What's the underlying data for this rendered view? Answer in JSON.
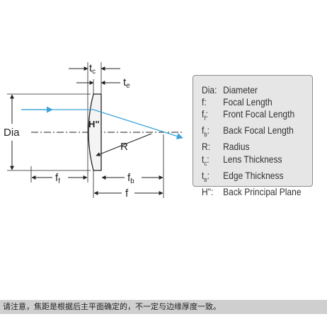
{
  "diagram": {
    "labels": {
      "tc": "t",
      "tc_sub": "c",
      "te": "t",
      "te_sub": "e",
      "principal": "H\"",
      "dia": "Dia",
      "radius": "R",
      "ff": "f",
      "ff_sub": "f",
      "fb": "f",
      "fb_sub": "b",
      "f": "f"
    },
    "colors": {
      "ray": "#3aa3d8",
      "line": "#222222"
    }
  },
  "legend": {
    "items": [
      {
        "symbol": "Dia:",
        "sub": "",
        "colon": "",
        "text": "Diameter"
      },
      {
        "symbol": "f:",
        "sub": "",
        "colon": "",
        "text": "Focal Length"
      },
      {
        "symbol": "f",
        "sub": "f",
        "colon": ":",
        "text": "Front Focal Length"
      },
      {
        "symbol": "f",
        "sub": "b",
        "colon": ":",
        "text": "Back Focal Length"
      },
      {
        "symbol": "R:",
        "sub": "",
        "colon": "",
        "text": "Radius"
      },
      {
        "symbol": "t",
        "sub": "c",
        "colon": ":",
        "text": "Lens Thickness"
      },
      {
        "symbol": "t",
        "sub": "e",
        "colon": ":",
        "text": "Edge Thickness"
      },
      {
        "symbol": "H\":",
        "sub": "",
        "colon": "",
        "text": "Back Principal Plane"
      }
    ]
  },
  "footer": {
    "text": "请注意，焦距是根据后主平面确定的，不一定与边缘厚度一致。"
  }
}
